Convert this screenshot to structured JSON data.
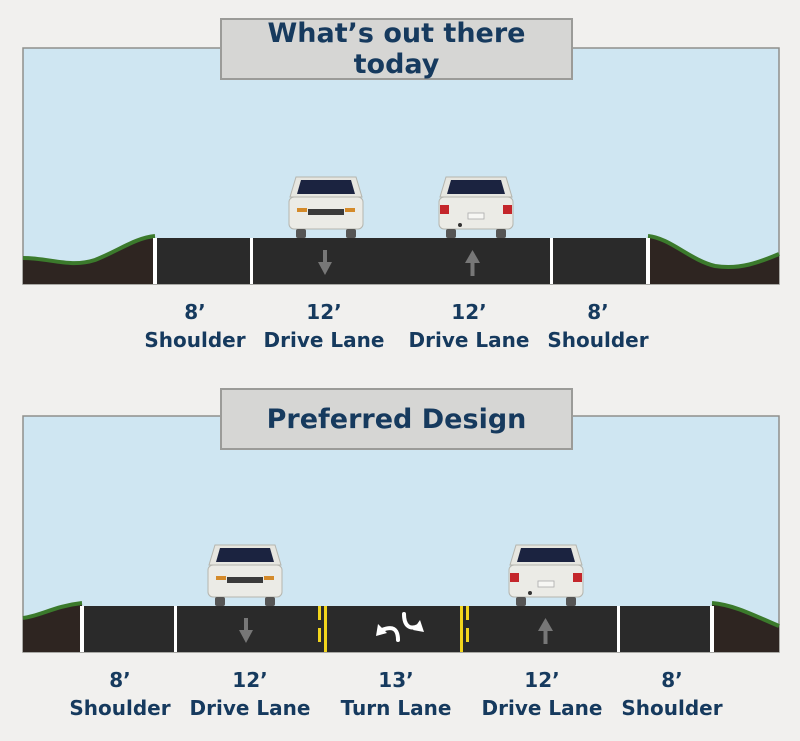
{
  "diagram": {
    "top": {
      "title": "What’s out there today",
      "labels": [
        {
          "width": "8’",
          "name": "Shoulder"
        },
        {
          "width": "12’",
          "name": "Drive Lane"
        },
        {
          "width": "12’",
          "name": "Drive Lane"
        },
        {
          "width": "8’",
          "name": "Shoulder"
        }
      ]
    },
    "bottom": {
      "title": "Preferred Design",
      "labels": [
        {
          "width": "8’",
          "name": "Shoulder"
        },
        {
          "width": "12’",
          "name": "Drive Lane"
        },
        {
          "width": "13’",
          "name": "Turn Lane"
        },
        {
          "width": "12’",
          "name": "Drive Lane"
        },
        {
          "width": "8’",
          "name": "Shoulder"
        }
      ]
    }
  },
  "colors": {
    "sky": "#cfe6f2",
    "road": "#2a2a2a",
    "ground": "#2e2521",
    "grass": "#3b7a2c",
    "lane_line": "#ffffff",
    "center_line": "#f2d51d",
    "title_text": "#163a5e",
    "car_body": "#e6e6e0",
    "tail_light": "#c4262b"
  }
}
